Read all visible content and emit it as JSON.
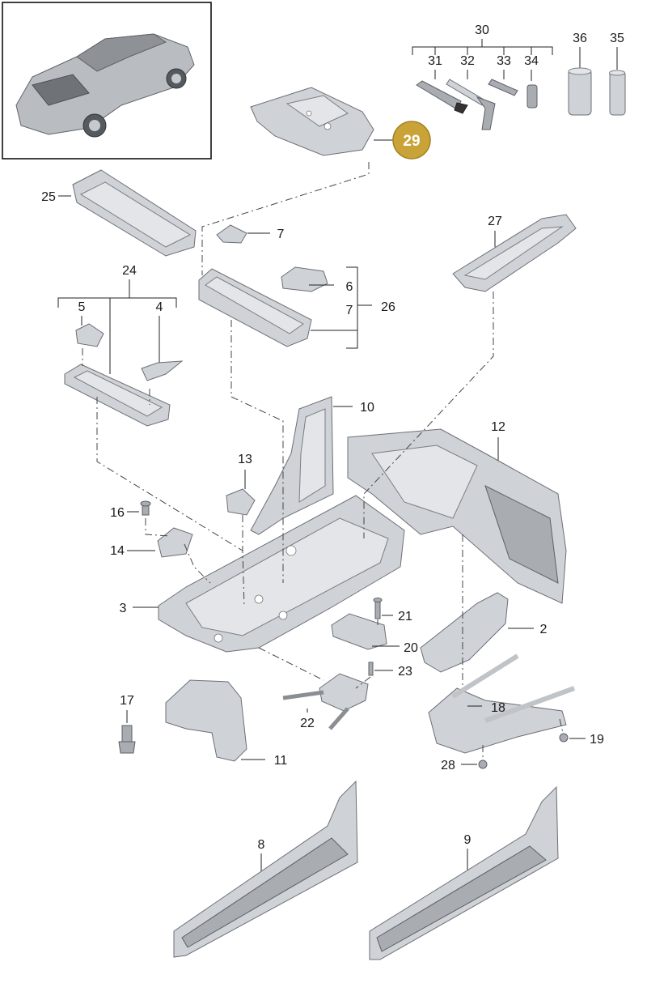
{
  "title": "",
  "highlight": {
    "number": "29",
    "color": "#c9a338"
  },
  "colors": {
    "part_fill": "#cfd2d6",
    "part_dark": "#a9adb2",
    "line": "#222222"
  },
  "labels": {
    "p2": "2",
    "p3": "3",
    "p4": "4",
    "p5": "5",
    "p6": "6",
    "p7a": "7",
    "p7b": "7",
    "p8": "8",
    "p9": "9",
    "p10": "10",
    "p11": "11",
    "p12": "12",
    "p13": "13",
    "p14": "14",
    "p16": "16",
    "p17": "17",
    "p18": "18",
    "p19": "19",
    "p20": "20",
    "p21": "21",
    "p22": "22",
    "p23": "23",
    "p24": "24",
    "p25": "25",
    "p26": "26",
    "p27": "27",
    "p28": "28",
    "p30": "30",
    "p31": "31",
    "p32": "32",
    "p33": "33",
    "p34": "34",
    "p35": "35",
    "p36": "36"
  }
}
